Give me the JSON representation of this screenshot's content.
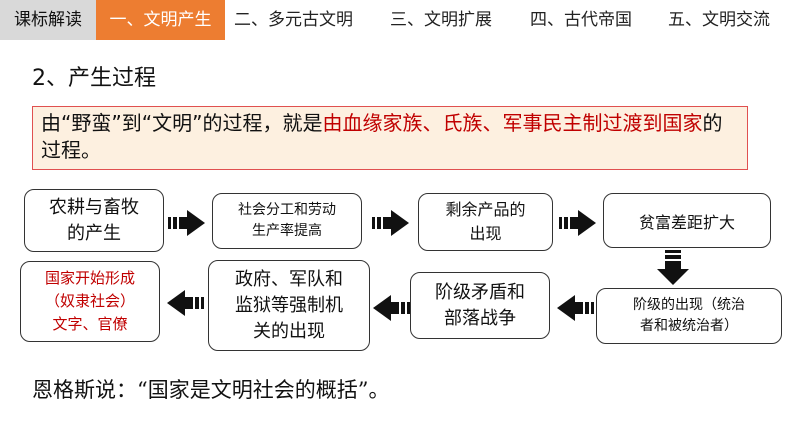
{
  "nav": {
    "tabs": [
      {
        "label": "课标解读"
      },
      {
        "label": "一、文明产生"
      },
      {
        "label": "二、多元古文明"
      },
      {
        "label": "三、文明扩展"
      },
      {
        "label": "四、古代帝国"
      },
      {
        "label": "五、文明交流"
      }
    ]
  },
  "section": {
    "title": "2、产生过程"
  },
  "callout": {
    "prefix": "由“野蛮”到“文明”的过程，就是",
    "highlight": "由血缘家族、氏族、军事民主制过渡到国家",
    "suffix": "的过程。"
  },
  "flow": {
    "b1": {
      "line1": "农耕与畜牧",
      "line2": "的产生"
    },
    "b2": {
      "line1": "社会分工和劳动",
      "line2": "生产率提高"
    },
    "b3": {
      "line1": "剩余产品的",
      "line2": "出现"
    },
    "b4": {
      "line1": "贫富差距扩大"
    },
    "b5": {
      "line1": "阶级的出现（统治",
      "line2": "者和被统治者）"
    },
    "b6": {
      "line1": "阶级矛盾和",
      "line2": "部落战争"
    },
    "b7": {
      "line1": "政府、军队和",
      "line2": "监狱等强制机",
      "line3": "关的出现"
    },
    "b8": {
      "line1": "国家开始形成",
      "line2": "（奴隶社会）",
      "line3": "文字、官僚"
    }
  },
  "quote": {
    "text": "恩格斯说：“国家是文明社会的概括”。"
  },
  "colors": {
    "accent": "#ed7d31",
    "highlight_red": "#c00000",
    "callout_bg": "#fdf0e0"
  }
}
